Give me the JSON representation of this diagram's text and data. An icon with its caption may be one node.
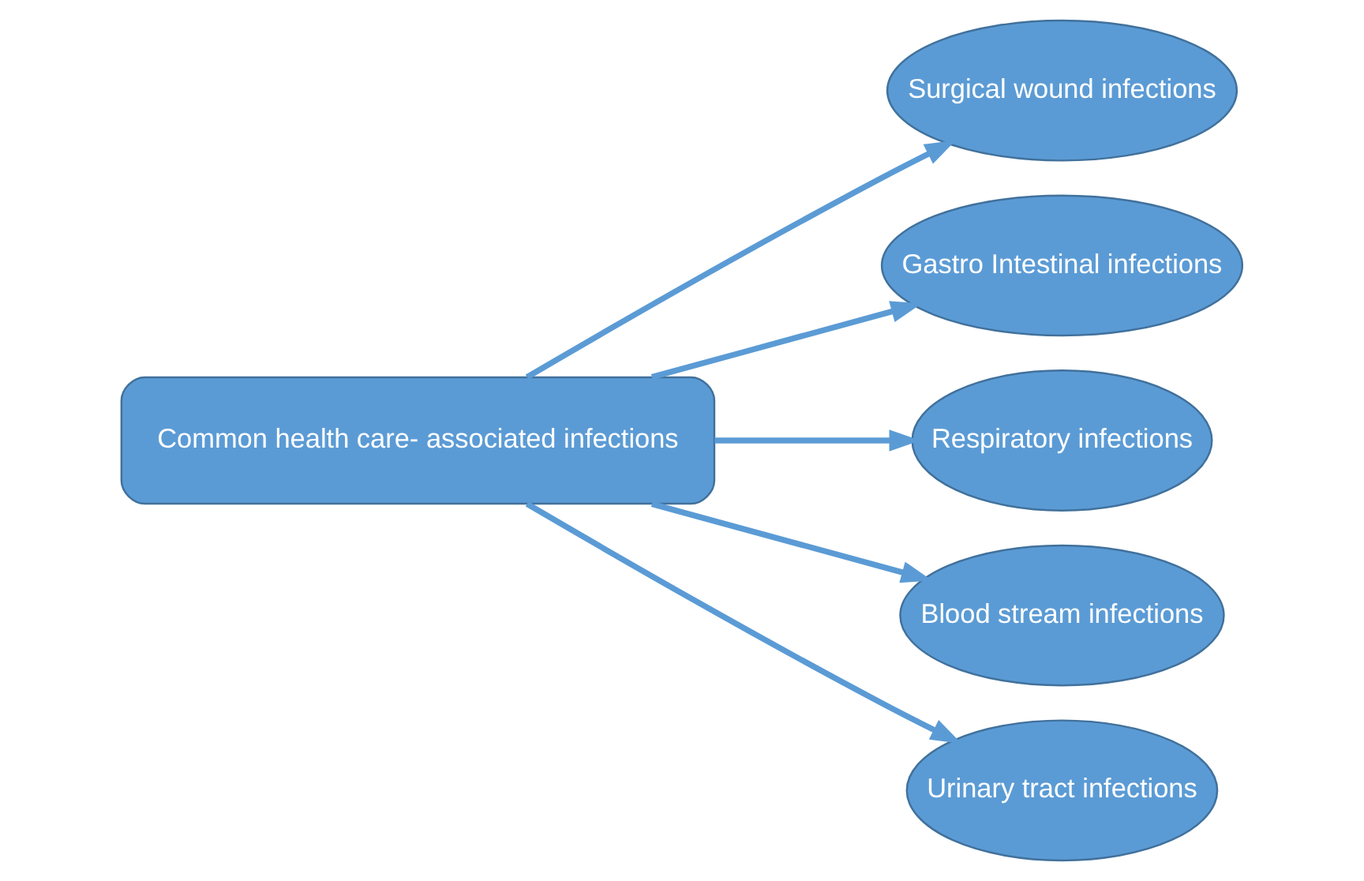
{
  "diagram": {
    "nodes": [
      {
        "text": [
          "Common health care- associated infections"
        ]
      },
      {
        "text": [
          "Surgical wound infections"
        ]
      },
      {
        "text": [
          "Gastro Intestinal infections"
        ]
      },
      {
        "text": [
          "Respiratory infections"
        ]
      },
      {
        "text": [
          "Blood stream infections"
        ]
      },
      {
        "text": [
          "Urinary tract infections"
        ]
      }
    ],
    "edges": [
      {
        "from": 0,
        "to": 1,
        "arrow": "to"
      },
      {
        "from": 0,
        "to": 2,
        "arrow": "to"
      },
      {
        "from": 0,
        "to": 3,
        "arrow": "to"
      },
      {
        "from": 0,
        "to": 4,
        "arrow": "to"
      },
      {
        "from": 0,
        "to": 5,
        "arrow": "to"
      }
    ]
  }
}
